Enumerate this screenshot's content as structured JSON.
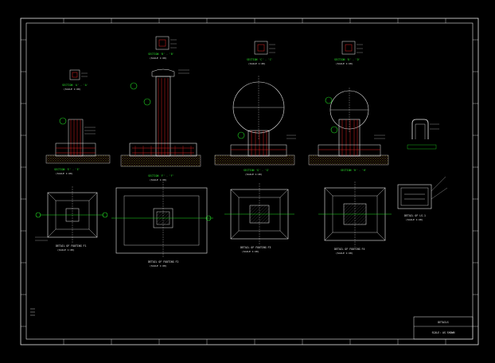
{
  "drawing": {
    "background": "#000000",
    "line_color": "#e8e8e8",
    "accent_green": "#22dd22",
    "accent_red": "#dd2222",
    "accent_cyan": "#22cccc",
    "accent_magenta": "#cc44cc",
    "hatch_color": "#c8a030"
  },
  "labels": {
    "sec_a": "SECTION 'A' - 'A'",
    "sec_a_sub": "(SCALE 1:20)",
    "sec_b": "SECTION 'B' - 'B'",
    "sec_b_sub": "(SCALE 1:20)",
    "sec_c": "SECTION 'C' - 'C'",
    "sec_c_sub": "(SCALE 1:20)",
    "sec_d": "SECTION 'D' - 'D'",
    "sec_d_sub": "(SCALE 1:20)",
    "sec_e": "SECTION 'E' - 'E'",
    "sec_e_sub": "(SCALE 1:20)",
    "sec_f": "SECTION 'F' - 'F'",
    "sec_f_sub": "(SCALE 1:20)",
    "sec_g": "SECTION 'G' - 'G'",
    "sec_g_sub": "(SCALE 1:20)",
    "sec_h": "SECTION 'H' - 'H'",
    "det_f1": "DETAIL OF FOOTING F1",
    "det_f1_sub": "(SCALE 1:20)",
    "det_f2": "DETAIL OF FOOTING F2",
    "det_f2_sub": "(SCALE 1:20)",
    "det_f3": "DETAIL OF FOOTING F3",
    "det_f3_sub": "(SCALE 1:20)",
    "det_f4": "DETAIL OF FOOTING F4",
    "det_f4_sub": "(SCALE 1:20)",
    "det_ls": "DETAIL OF LS-1",
    "det_ls_sub": "(SCALE 1:20)",
    "title_block_top": "DETAILS",
    "title_block_bottom": "SCALE: AS SHOWN"
  }
}
